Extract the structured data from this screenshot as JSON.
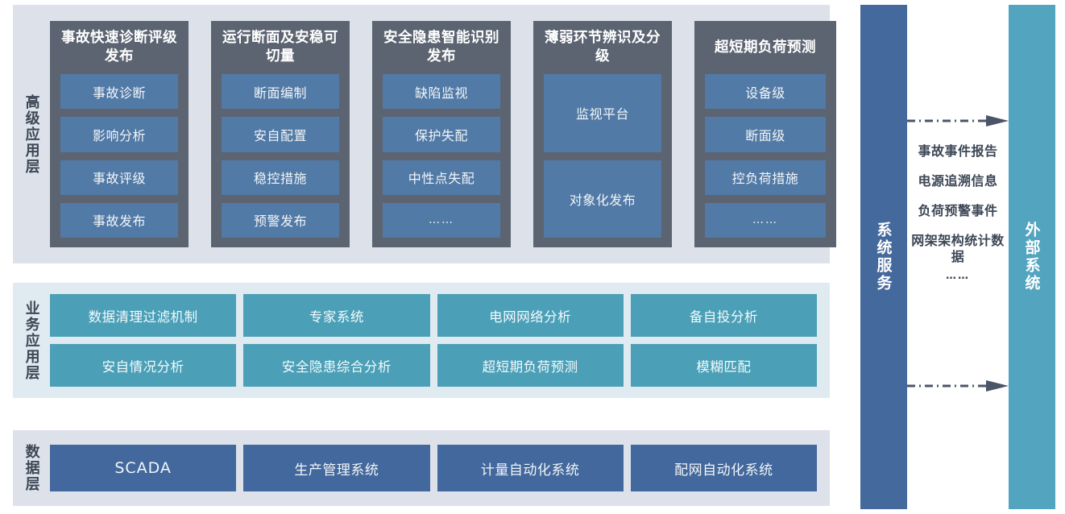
{
  "layers": {
    "advanced": {
      "label": "高级应用层",
      "columns": [
        {
          "title": "事故快速诊断评级发布",
          "items": [
            "事故诊断",
            "影响分析",
            "事故评级",
            "事故发布"
          ]
        },
        {
          "title": "运行断面及安稳可切量",
          "items": [
            "断面编制",
            "安自配置",
            "稳控措施",
            "预警发布"
          ]
        },
        {
          "title": "安全隐患智能识别发布",
          "items": [
            "缺陷监视",
            "保护失配",
            "中性点失配",
            "……"
          ]
        },
        {
          "title": "薄弱环节辨识及分级",
          "items": [
            "监视平台",
            "对象化发布"
          ]
        },
        {
          "title": "超短期负荷预测",
          "items": [
            "设备级",
            "断面级",
            "控负荷措施",
            "……"
          ]
        }
      ]
    },
    "business": {
      "label": "业务应用层",
      "items": [
        "数据清理过滤机制",
        "专家系统",
        "电网网络分析",
        "备自投分析",
        "安自情况分析",
        "安全隐患综合分析",
        "超短期负荷预测",
        "模糊匹配"
      ]
    },
    "data": {
      "label": "数据层",
      "items": [
        "SCADA",
        "生产管理系统",
        "计量自动化系统",
        "配网自动化系统"
      ]
    }
  },
  "right": {
    "system_service_label": "系统服务",
    "external_system_label": "外部系统",
    "flow_labels": [
      "事故事件报告",
      "电源追溯信息",
      "负荷预警事件",
      "网架架构统计数据",
      "……"
    ]
  },
  "colors": {
    "panel_grey": "#dde2ea",
    "panel_teal_light": "#dfeaf1",
    "advanced_card": "#5c6472",
    "advanced_item": "#517aa6",
    "business_item": "#4ba0b7",
    "data_item": "#42689d",
    "system_bar": "#44699c",
    "external_bar": "#52a4bf",
    "arrow": "#4a5568",
    "label_text": "#3d4756"
  }
}
